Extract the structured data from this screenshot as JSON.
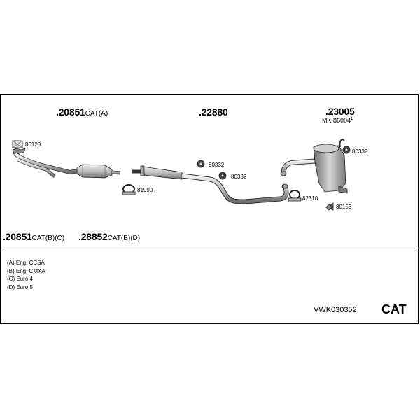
{
  "parts": {
    "p1": {
      "num": ".20851",
      "suffix": "CAT(A)"
    },
    "p2": {
      "num": ".22880",
      "suffix": ""
    },
    "p3": {
      "num": ".23005",
      "suffix": ""
    },
    "p3_kit": {
      "text": "MK  86004",
      "sup": "1"
    },
    "p4": {
      "num": ".20851",
      "suffix": "CAT(B)(C)"
    },
    "p5": {
      "num": ".28852",
      "suffix": "CAT(B)(D)"
    }
  },
  "callouts": {
    "c80128": "80128",
    "c80332a": "80332",
    "c80332b": "80332",
    "c80332c": "80332",
    "c81990": "81990",
    "c82310": "82310",
    "c80153": "80153"
  },
  "notes": [
    "(A) Eng. CCSA",
    "(B) Eng. CMXA",
    "(C) Euro 4",
    "(D) Euro 5"
  ],
  "system_code": "VWK030352",
  "category": "CAT"
}
